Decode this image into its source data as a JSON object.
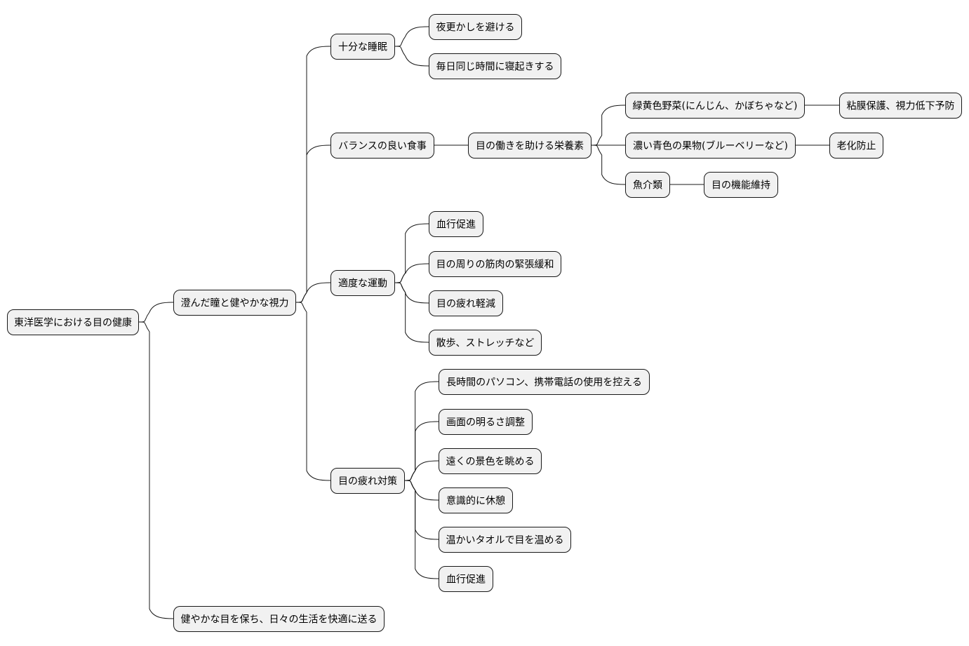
{
  "mindmap": {
    "root": {
      "label": "東洋医学における目の健康",
      "children": [
        {
          "label": "澄んだ瞳と健やかな視力",
          "children": [
            {
              "label": "十分な睡眠",
              "children": [
                {
                  "label": "夜更かしを避ける"
                },
                {
                  "label": "毎日同じ時間に寝起きする"
                }
              ]
            },
            {
              "label": "バランスの良い食事",
              "children": [
                {
                  "label": "目の働きを助ける栄養素",
                  "children": [
                    {
                      "label": "緑黄色野菜(にんじん、かぼちゃなど)",
                      "children": [
                        {
                          "label": "粘膜保護、視力低下予防"
                        }
                      ]
                    },
                    {
                      "label": "濃い青色の果物(ブルーベリーなど)",
                      "children": [
                        {
                          "label": "老化防止"
                        }
                      ]
                    },
                    {
                      "label": "魚介類",
                      "children": [
                        {
                          "label": "目の機能維持"
                        }
                      ]
                    }
                  ]
                }
              ]
            },
            {
              "label": "適度な運動",
              "children": [
                {
                  "label": "血行促進"
                },
                {
                  "label": "目の周りの筋肉の緊張緩和"
                },
                {
                  "label": "目の疲れ軽減"
                },
                {
                  "label": "散歩、ストレッチなど"
                }
              ]
            },
            {
              "label": "目の疲れ対策",
              "children": [
                {
                  "label": "長時間のパソコン、携帯電話の使用を控える"
                },
                {
                  "label": "画面の明るさ調整"
                },
                {
                  "label": "遠くの景色を眺める"
                },
                {
                  "label": "意識的に休憩"
                },
                {
                  "label": "温かいタオルで目を温める"
                },
                {
                  "label": "血行促進"
                }
              ]
            }
          ]
        },
        {
          "label": "健やかな目を保ち、日々の生活を快適に送る"
        }
      ]
    }
  }
}
